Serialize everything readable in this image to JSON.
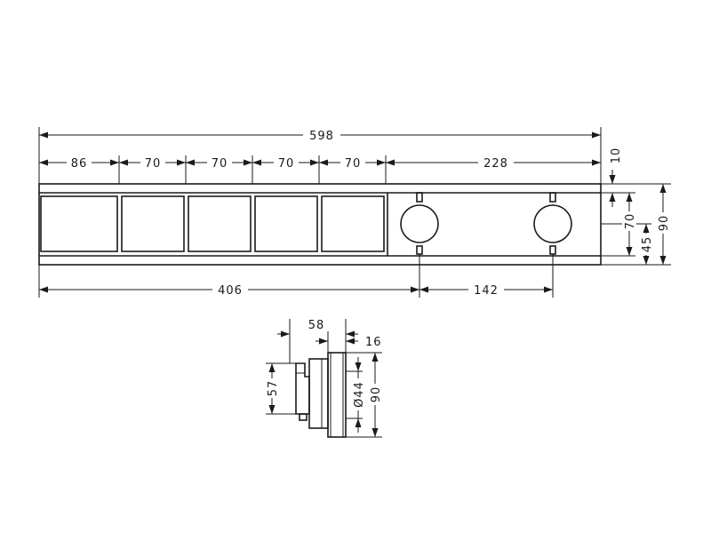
{
  "front_view": {
    "dimensions": {
      "overall_width": "598",
      "button_1_width": "86",
      "button_2_width": "70",
      "button_3_width": "70",
      "button_4_width": "70",
      "button_5_width": "70",
      "control_area_width": "228",
      "top_offset": "10",
      "inner_height": "70",
      "knob_center_height": "45",
      "overall_height": "90",
      "left_to_knob_1": "406",
      "knob_spacing": "142"
    }
  },
  "side_view": {
    "dimensions": {
      "depth": "58",
      "plate_depth": "16",
      "body_height": "57",
      "knob_diameter": "Ø44",
      "overall_height": "90"
    }
  }
}
